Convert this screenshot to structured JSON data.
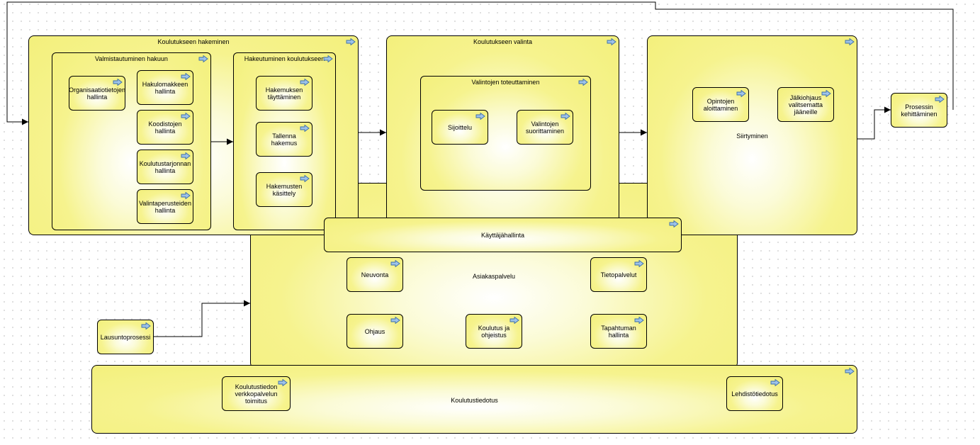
{
  "containers": {
    "asiakaspalvelu": "Asiakaspalvelu",
    "koulutukseen_hakeminen": "Koulutukseen hakeminen",
    "valmistautuminen_hakuun": "Valmistautuminen hakuun",
    "hakeutuminen_koulutukseen": "Hakeutuminen koulutukseen",
    "koulutukseen_valinta": "Koulutukseen valinta",
    "valintojen_toteuttaminen": "Valintojen toteuttaminen",
    "siirtyminen": "Siirtyminen",
    "kayttajahallinta": "Käyttäjähallinta",
    "koulutustiedotus": "Koulutustiedotus"
  },
  "processes": {
    "organisaatiotietojen_hallinta": "Organisaatiotietojen\nhallinta",
    "hakulomakkeen_hallinta": "Hakulomakkeen\nhallinta",
    "koodistojen_hallinta": "Koodistojen hallinta",
    "koulutustarjonnan_hallinta": "Koulutustarjonnan\nhallinta",
    "valintaperusteiden_hallinta": "Valintaperusteiden\nhallinta",
    "hakemuksen_tayttaminen": "Hakemuksen\ntäyttäminen",
    "tallenna_hakemus": "Tallenna hakemus",
    "hakemusten_kasittely": "Hakemusten\nkäsittely",
    "sijoittelu": "Sijoittelu",
    "valintojen_suorittaminen": "Valintojen\nsuorittaminen",
    "opintojen_aloittaminen": "Opintojen\naloittaminen",
    "jalkiohjaus": "Jälkiohjaus\nvalitsematta\njääneille",
    "prosessin_kehittaminen": "Prosessin\nkehittäminen",
    "neuvonta": "Neuvonta",
    "tietopalvelut": "Tietopalvelut",
    "ohjaus": "Ohjaus",
    "koulutus_ja_ohjeistus": "Koulutus ja\nohjeistus",
    "tapahtuman_hallinta": "Tapahtuman\nhallinta",
    "lausuntoprosessi": "Lausuntoprosessi",
    "koulutustiedon_verkkopalvelun_toimitus": "Koulutustiedon\nverkkopalvelun toimitus",
    "lehdistotiedotus": "Lehdistötiedotus"
  },
  "icon_name": "process-arrow-icon",
  "colors": {
    "box_fill": "#f3f07c",
    "box_highlight": "#ffffff",
    "border": "#000000",
    "icon_fill": "#9ec3ea",
    "icon_stroke": "#3b6ea8"
  }
}
